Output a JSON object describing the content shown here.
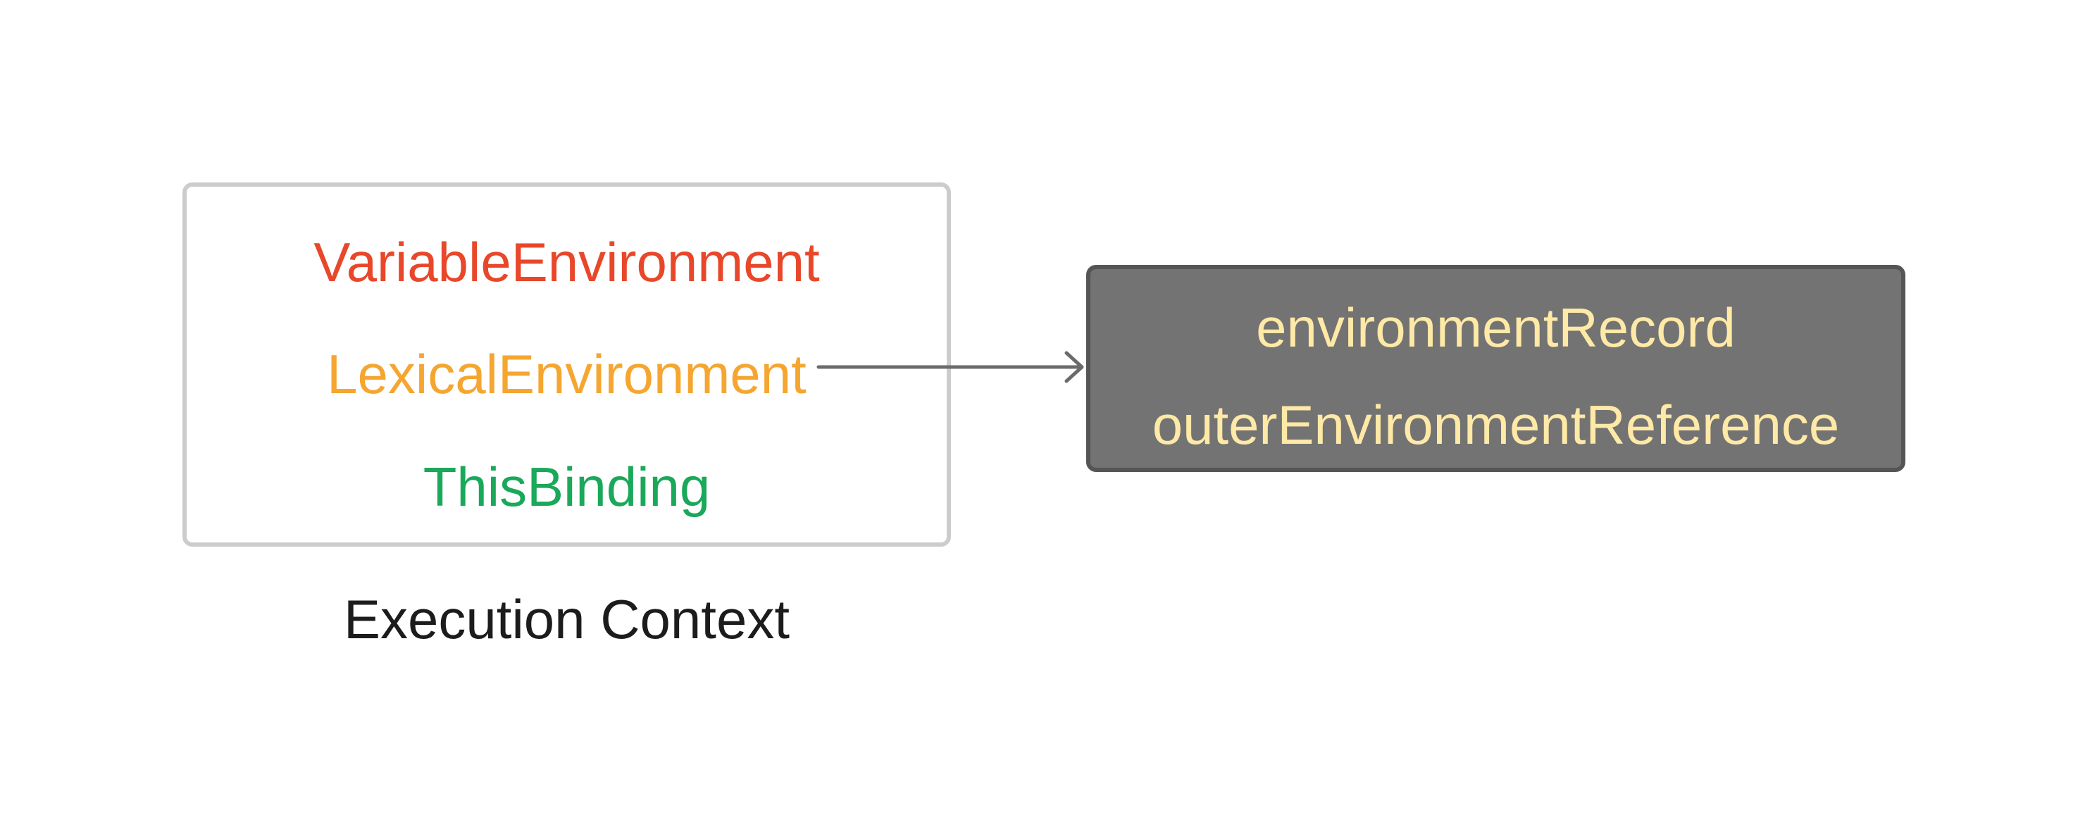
{
  "execution_context": {
    "items": [
      "VariableEnvironment",
      "LexicalEnvironment",
      "ThisBinding"
    ],
    "caption": "Execution Context",
    "colors": {
      "variable": "#e8472a",
      "lexical": "#f5a630",
      "this": "#1aa85a",
      "border": "#cccccc"
    }
  },
  "lexical_environment": {
    "items": [
      "environmentRecord",
      "outerEnvironmentReference"
    ],
    "colors": {
      "background": "#737373",
      "text": "#ffe9a6"
    }
  },
  "connector": {
    "from": "LexicalEnvironment",
    "to": "lexical-environment-box",
    "color": "#6b6b6b"
  }
}
